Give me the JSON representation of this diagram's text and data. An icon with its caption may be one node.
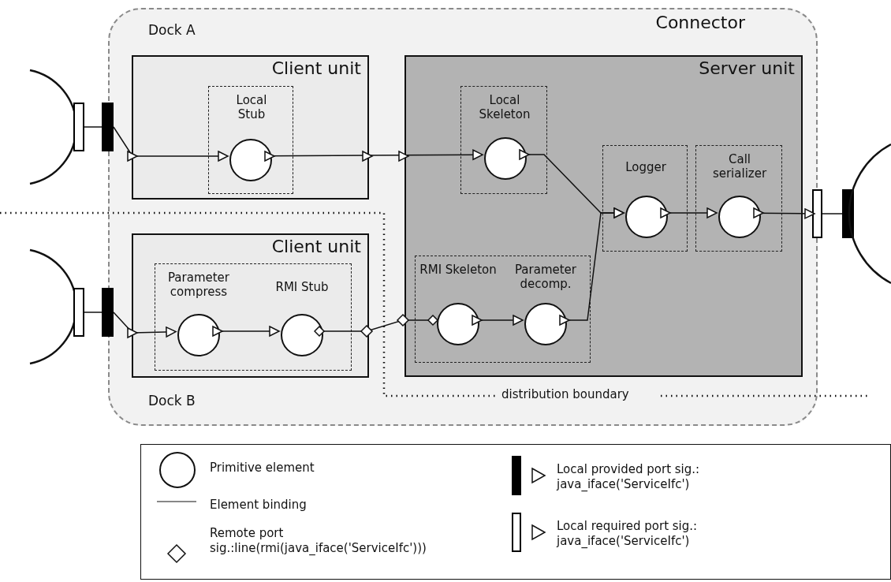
{
  "diagram": {
    "nodes": [
      {
        "text": [
          "Connector"
        ]
      },
      {
        "text": [
          "Client unit"
        ],
        "in": 0
      },
      {
        "text": [
          "Local Stub"
        ],
        "in": 1
      },
      {
        "text": [],
        "shape": "circle",
        "in": 2
      },
      {
        "text": [
          "Server unit"
        ],
        "in": 0
      },
      {
        "text": [
          "Local Skeleton"
        ],
        "in": 4
      },
      {
        "text": [],
        "shape": "circle",
        "in": 5
      },
      {
        "text": [
          "Logger"
        ],
        "in": 4
      },
      {
        "text": [],
        "shape": "circle",
        "in": 7
      },
      {
        "text": [
          "Call serializer"
        ],
        "in": 4
      },
      {
        "text": [],
        "shape": "circle",
        "in": 9
      },
      {
        "text": [
          "Client unit"
        ],
        "in": 0
      },
      {
        "text": [
          "Parameter compress",
          "RMI Stub"
        ],
        "in": 11
      },
      {
        "text": [],
        "shape": "circle",
        "in": 12
      },
      {
        "text": [],
        "shape": "circle",
        "in": 12
      },
      {
        "text": [
          "RMI Skeleton",
          "Parameter decomp."
        ],
        "in": 4
      },
      {
        "text": [],
        "shape": "circle",
        "in": 15
      },
      {
        "text": [],
        "shape": "circle",
        "in": 15
      },
      {
        "text": [],
        "shape": "circle"
      },
      {
        "text": [],
        "shape": "bar"
      },
      {
        "text": [],
        "shape": "bar"
      },
      {
        "text": [],
        "shape": "circle"
      },
      {
        "text": [],
        "shape": "bar"
      },
      {
        "text": [],
        "shape": "bar"
      },
      {
        "text": [],
        "shape": "bar"
      },
      {
        "text": [],
        "shape": "bar"
      },
      {
        "text": [],
        "shape": "circle"
      }
    ],
    "edges": [
      {
        "from": 19,
        "to": 20,
        "arrow": "none"
      },
      {
        "from": 20,
        "to": 3,
        "arrow": "to"
      },
      {
        "from": 3,
        "to": 6,
        "arrow": "to"
      },
      {
        "from": 6,
        "to": 8,
        "arrow": "to"
      },
      {
        "from": 8,
        "to": 10,
        "arrow": "to"
      },
      {
        "from": 10,
        "to": 24,
        "arrow": "to"
      },
      {
        "from": 24,
        "to": 25,
        "arrow": "none"
      },
      {
        "from": 22,
        "to": 23,
        "arrow": "none"
      },
      {
        "from": 23,
        "to": 13,
        "arrow": "to"
      },
      {
        "from": 13,
        "to": 14,
        "arrow": "to"
      },
      {
        "from": 14,
        "to": 16,
        "arrow": "other"
      },
      {
        "from": 16,
        "to": 17,
        "arrow": "to"
      },
      {
        "from": 17,
        "to": 8,
        "arrow": "to"
      }
    ],
    "labels": [
      "Dock A",
      "Dock B",
      "distribution boundary"
    ],
    "legend": [
      {
        "text": "Primitive element"
      },
      {
        "text": "Element binding"
      },
      {
        "text": "Remote port sig.:line(rmi(java_iface('ServiceIfc')))"
      },
      {
        "text": "Local provided port sig.: java_iface('ServiceIfc')"
      },
      {
        "text": "Local required port sig.: java_iface('ServiceIfc')"
      }
    ]
  }
}
